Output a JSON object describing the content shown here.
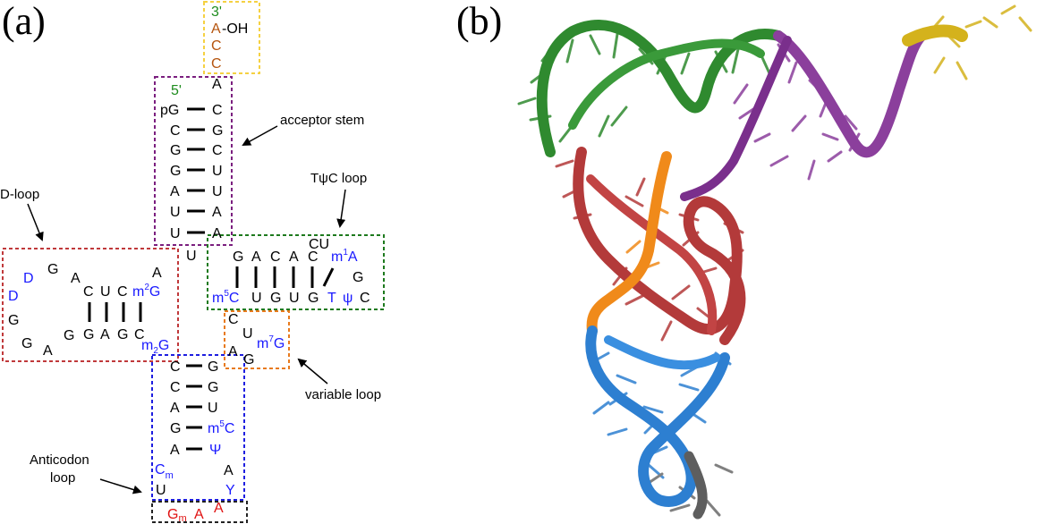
{
  "panels": [
    {
      "label": "(a)"
    },
    {
      "label": "(b)"
    }
  ],
  "regions": {
    "cca": {
      "color": "#f5d142"
    },
    "acceptor": {
      "color": "#7b1f7f"
    },
    "dloop": {
      "color": "#c0393b"
    },
    "tpsic": {
      "color": "#1e7a1e"
    },
    "variable": {
      "color": "#e87a1c"
    },
    "anticodon_stem": {
      "color": "#1e1ee0"
    },
    "anticodon_loop": {
      "color": "#222222"
    }
  },
  "colors": {
    "black": "#000000",
    "blue": "#1a1aff",
    "red": "#e01010",
    "orange": "#b5540e",
    "green": "#1e8c1e"
  },
  "labels": {
    "acceptor_stem": "acceptor stem",
    "d_loop": "D-loop",
    "tpsic_loop": "TψC loop",
    "variable_loop": "variable loop",
    "anticodon_loop_l1": "Anticodon",
    "anticodon_loop_l2": "loop"
  },
  "nucleotides": {
    "three_prime": "3'",
    "a_oh": "A",
    "oh": "-OH",
    "c1": "C",
    "c2": "C",
    "five_prime": "5'",
    "acceptor_left": [
      "pG",
      "C",
      "G",
      "G",
      "A",
      "U",
      "U"
    ],
    "acceptor_right": [
      "A",
      "C",
      "G",
      "C",
      "U",
      "U",
      "A",
      "A"
    ],
    "u_link": "U",
    "dloop": {
      "a1": "A",
      "g1": "G",
      "d1": "D",
      "d2": "D",
      "g2": "G",
      "g3": "G",
      "g4": "G",
      "a2": "A",
      "a3": "A"
    },
    "dstem_top": [
      "C",
      "U",
      "C"
    ],
    "dstem_top_mod": "m",
    "dstem_top_mod_sup": "2",
    "dstem_top_mod_base": "G",
    "dstem_bottom": [
      "G",
      "A",
      "G",
      "C"
    ],
    "dstem_bottom_mod": "m",
    "dstem_bottom_mod_sub": "2",
    "dstem_bottom_mod_base": "G",
    "tstem_top": [
      "G",
      "A",
      "C",
      "A",
      "C"
    ],
    "t_cu": "CU",
    "t_m1a_m": "m",
    "t_m1a_sup": "1",
    "t_m1a_base": "A",
    "t_g": "G",
    "t_c": "C",
    "tstem_bottom_m5c_m": "m",
    "tstem_bottom_m5c_sup": "5",
    "tstem_bottom_m5c_base": "C",
    "tstem_bottom": [
      "U",
      "G",
      "U",
      "G"
    ],
    "t_t": "T",
    "t_psi": "ψ",
    "var": {
      "c": "C",
      "u": "U",
      "m7g_m": "m",
      "m7g_sup": "7",
      "m7g_base": "G",
      "a": "A",
      "g": "G"
    },
    "ac_left": [
      "C",
      "C",
      "A",
      "G",
      "A"
    ],
    "ac_right": [
      "G",
      "G",
      "U"
    ],
    "ac_m5c_m": "m",
    "ac_m5c_sup": "5",
    "ac_m5c_base": "C",
    "ac_psi": "Ψ",
    "cm_base": "C",
    "cm_sub": "m",
    "ac_a": "A",
    "ac_u": "U",
    "ac_y": "Y",
    "gm_base": "G",
    "gm_sub": "m",
    "anticodon_a1": "A",
    "anticodon_a2": "A"
  }
}
